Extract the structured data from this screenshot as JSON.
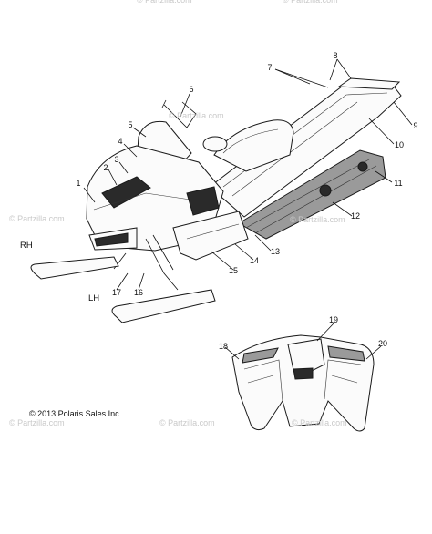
{
  "callouts": [
    "1",
    "2",
    "3",
    "4",
    "5",
    "6",
    "7",
    "8",
    "9",
    "10",
    "11",
    "12",
    "13",
    "14",
    "15",
    "16",
    "17",
    "18",
    "19",
    "20"
  ],
  "side_labels": {
    "rh": "RH",
    "lh": "LH"
  },
  "copyright": "© 2013 Polaris Sales Inc.",
  "watermark": "© Partzilla.com"
}
